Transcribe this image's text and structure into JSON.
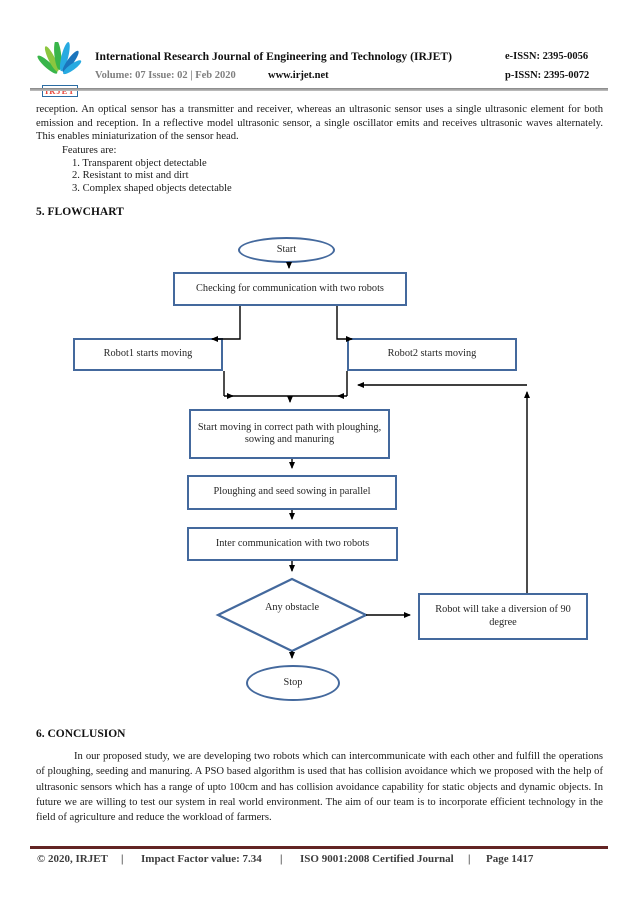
{
  "header": {
    "logo_text": "IRJET",
    "title": "International Research Journal of Engineering and Technology (IRJET)",
    "eissn": "e-ISSN: 2395-0056",
    "volume": "Volume: 07 Issue: 02 | Feb 2020",
    "website": "www.irjet.net",
    "pissn": "p-ISSN: 2395-0072"
  },
  "body": {
    "intro_paragraph": "reception. An optical sensor has a transmitter and receiver, whereas an ultrasonic sensor uses a single ultrasonic element for both emission and reception. In a reflective model ultrasonic sensor, a single oscillator emits and receives ultrasonic waves alternately. This enables miniaturization of the sensor head.",
    "features_label": "Features are:",
    "features": [
      "1. Transparent object detectable",
      "2. Resistant to mist and dirt",
      "3. Complex shaped objects detectable"
    ],
    "section5_heading": "5. FLOWCHART",
    "section6_heading": "6. CONCLUSION",
    "conclusion_paragraph": "In our proposed study, we are developing two robots which can intercommunicate with each other and fulfill the operations of ploughing, seeding and manuring. A PSO based algorithm is used that has collision avoidance which we proposed with the help of ultrasonic sensors which has a range of upto 100cm and has collision avoidance capability for static objects and dynamic objects. In future we are willing to test our system in real world environment. The aim of our team is to incorporate efficient technology in the field of agriculture and reduce the workload of farmers."
  },
  "flowchart": {
    "nodes": {
      "start": "Start",
      "checking": "Checking for communication with two robots",
      "robot1": "Robot1 starts moving",
      "robot2": "Robot2 starts moving",
      "start_moving": "Start moving in correct path with ploughing, sowing and manuring",
      "ploughing": "Ploughing and seed sowing in parallel",
      "inter_comm": "Inter communication with two robots",
      "decision": "Any obstacle",
      "diversion": "Robot will take a diversion of 90 degree",
      "stop": "Stop"
    },
    "colors": {
      "node_border": "#44699d",
      "connector": "#000000"
    }
  },
  "footer": {
    "copyright": "© 2020, IRJET",
    "separator": "|",
    "impact_factor": "Impact Factor value: 7.34",
    "certification": "ISO 9001:2008 Certified Journal",
    "page": "Page 1417",
    "rule_color": "#632423"
  }
}
